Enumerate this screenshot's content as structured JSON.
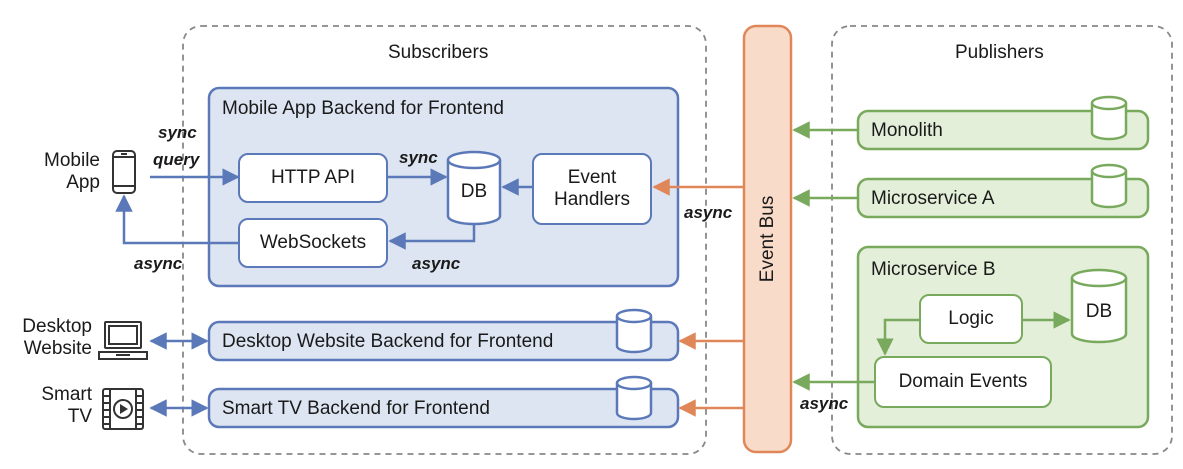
{
  "groups": {
    "subscribers": "Subscribers",
    "publishers": "Publishers"
  },
  "event_bus": "Event Bus",
  "clients": {
    "mobile": "Mobile\nApp",
    "desktop": "Desktop\nWebsite",
    "tv": "Smart\nTV"
  },
  "mobile_bff": {
    "title": "Mobile App Backend for Frontend",
    "http_api": "HTTP API",
    "websockets": "WebSockets",
    "db": "DB",
    "event_handlers": "Event\nHandlers"
  },
  "desktop_bff": "Desktop Website Backend for Frontend",
  "tv_bff": "Smart TV Backend for Frontend",
  "publishers": {
    "monolith": "Monolith",
    "microservice_a": "Microservice A",
    "microservice_b": "Microservice B",
    "logic": "Logic",
    "db": "DB",
    "domain_events": "Domain Events"
  },
  "edge_labels": {
    "sync_query_1": "sync",
    "sync_query_2": "query",
    "sync": "sync",
    "async_ws": "async",
    "async_mobile": "async",
    "async_bus": "async",
    "async_pub": "async"
  },
  "colors": {
    "blue": "#5b79b8",
    "blue_fill": "#dde5f2",
    "green": "#79a95c",
    "green_fill": "#e3efd9",
    "orange": "#e0875a",
    "orange_fill": "#f8dcc9",
    "gray_dash": "#888888"
  }
}
